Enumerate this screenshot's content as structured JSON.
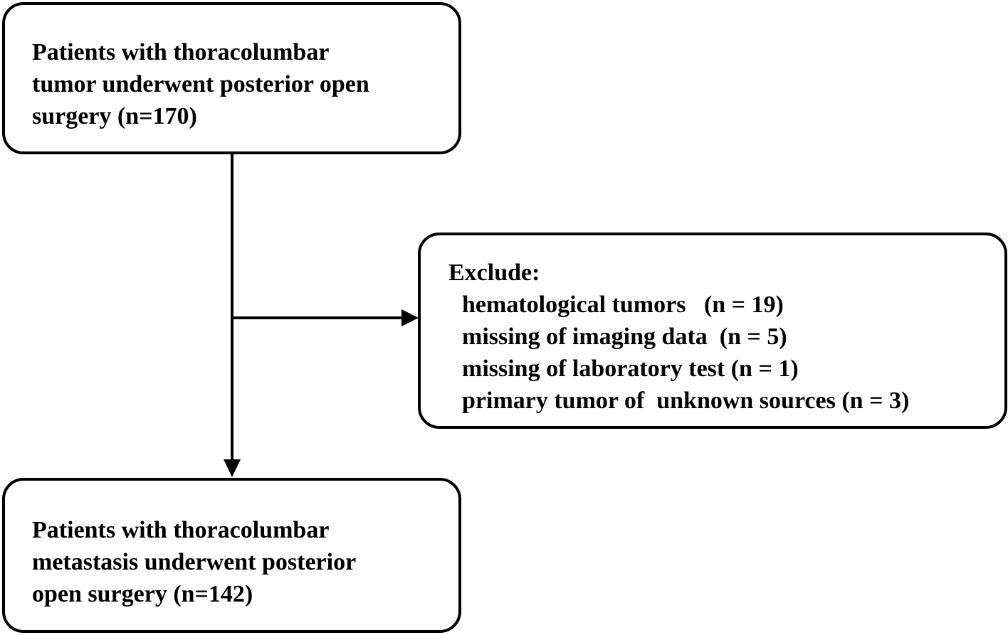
{
  "top_box": {
    "lines": [
      "Patients with thoracolumbar",
      "tumor underwent posterior open",
      "surgery (n=170)"
    ]
  },
  "exclude_box": {
    "heading": "Exclude:",
    "items": [
      "hematological tumors   (n = 19)",
      "missing of imaging data  (n = 5)",
      "missing of laboratory test (n = 1)",
      "primary tumor of  unknown sources (n = 3)"
    ]
  },
  "bottom_box": {
    "lines": [
      "Patients with thoracolumbar",
      "metastasis underwent posterior",
      "open surgery (n=142)"
    ]
  },
  "colors": {
    "stroke": "#000000",
    "background": "#ffffff"
  }
}
